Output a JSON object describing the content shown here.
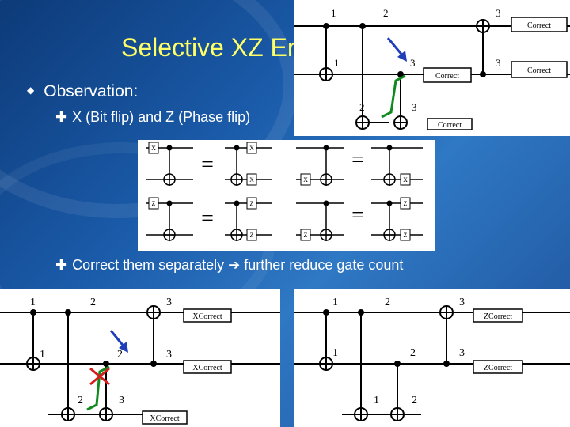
{
  "slide": {
    "title": "Selective XZ Er",
    "bullet1": "Observation:",
    "bullet2": "X (Bit flip) and Z (Phase flip)",
    "bullet3_pre": "Correct them separately ",
    "bullet3_post": " further reduce gate count",
    "arrow_glyph": "➔",
    "bullet_glyph": "◆",
    "sub_bullet_glyph": "✚"
  },
  "colors": {
    "title": "#ffff66",
    "text": "#ffffff",
    "arrow": "#1f3fb8",
    "green": "#0e8a1e",
    "red": "#d41e1e"
  },
  "circuit_top": {
    "labels": [
      "1",
      "2",
      "3",
      "1",
      "3",
      "3",
      "2",
      "3"
    ],
    "boxes": [
      "Correct",
      "Correct",
      "Correct",
      "Correct"
    ]
  },
  "identity": {
    "x_label": "X",
    "z_label": "Z",
    "equals": "="
  },
  "circuit_x": {
    "labels": [
      "1",
      "2",
      "3",
      "1",
      "2",
      "3",
      "2",
      "3"
    ],
    "boxes": [
      "XCorrect",
      "XCorrect",
      "XCorrect"
    ]
  },
  "circuit_z": {
    "labels": [
      "1",
      "2",
      "3",
      "1",
      "2",
      "3",
      "1",
      "2"
    ],
    "boxes": [
      "ZCorrect",
      "ZCorrect"
    ]
  }
}
